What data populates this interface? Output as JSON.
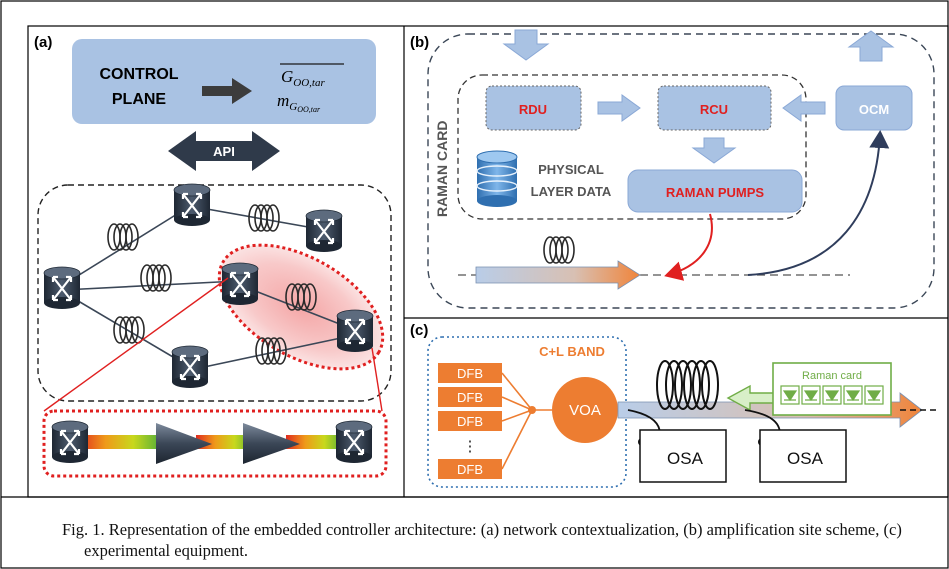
{
  "panel_a": {
    "label": "(a)",
    "control_plane": [
      "CONTROL",
      "PLANE"
    ],
    "target_top": "G̅₀₀,tar",
    "target_top_main": "G",
    "target_top_sub": "OO,tar",
    "target_bottom_main": "m",
    "target_bottom_sub": "G",
    "target_bottom_subsub": "OO,tar",
    "api": "API"
  },
  "panel_b": {
    "label": "(b)",
    "raman_card": "RAMAN CARD",
    "rdu": "RDU",
    "rcu": "RCU",
    "ocm": "OCM",
    "physical_layer": [
      "PHYSICAL",
      "LAYER DATA"
    ],
    "raman_pumps": "RAMAN PUMPS"
  },
  "panel_c": {
    "label": "(c)",
    "band": "C+L BAND",
    "dfb": [
      "DFB",
      "DFB",
      "DFB",
      "⋮",
      "DFB"
    ],
    "voa": "VOA",
    "raman_card": "Raman card",
    "osa": [
      "OSA",
      "OSA"
    ]
  },
  "caption": "Fig. 1. Representation of the embedded controller architecture: (a) network contextualization, (b) amplification site scheme, (c) experimental equipment.",
  "colors": {
    "box_blue": "#a9c2e3",
    "box_blue_dark": "#8aa8d6",
    "red_text": "#e02020",
    "orange": "#ed7d31",
    "green": "#70ad47",
    "router": "#2f3a4a"
  }
}
